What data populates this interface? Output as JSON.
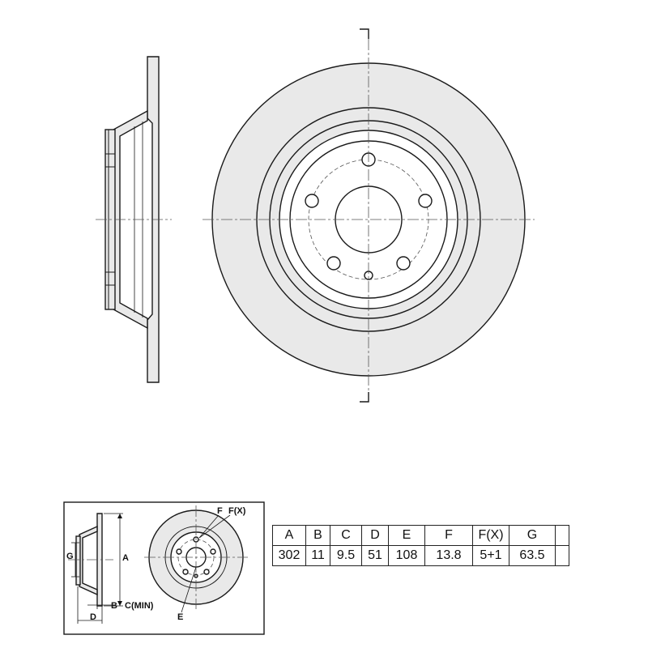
{
  "diagram_labels": {
    "a": "A",
    "b": "B",
    "c_min": "C(MIN)",
    "d": "D",
    "e": "E",
    "f": "F",
    "f_x": "F(X)",
    "g": "G"
  },
  "spec_table": {
    "headers": [
      "A",
      "B",
      "C",
      "D",
      "E",
      "F",
      "F(X)",
      "G",
      ""
    ],
    "values": [
      "302",
      "11",
      "9.5",
      "51",
      "108",
      "13.8",
      "5+1",
      "63.5",
      ""
    ]
  }
}
